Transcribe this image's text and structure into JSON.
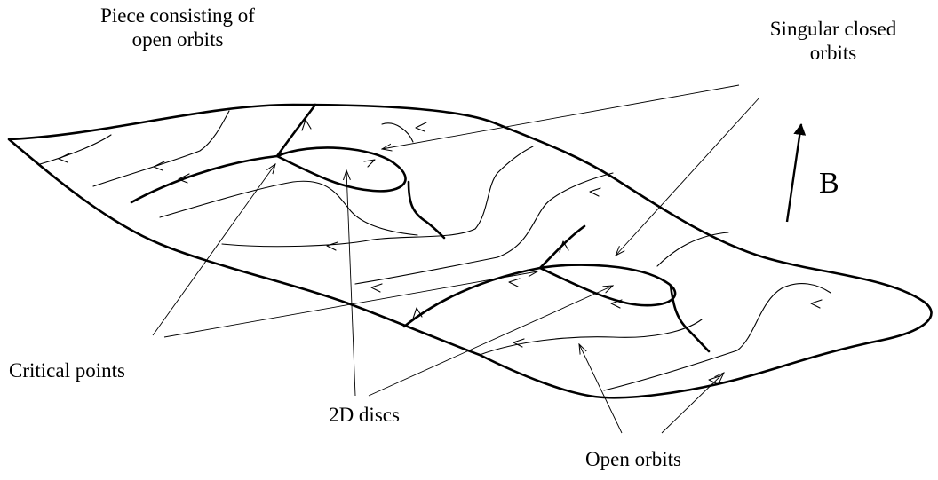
{
  "labels": {
    "open_piece_line1": "Piece consisting of",
    "open_piece_line2": "open orbits",
    "singular_line1": "Singular closed",
    "singular_line2": "orbits",
    "critical_points": "Critical points",
    "discs": "2D discs",
    "open_orbits": "Open orbits",
    "field": "B"
  },
  "colors": {
    "ink": "#000000",
    "background": "#ffffff"
  }
}
